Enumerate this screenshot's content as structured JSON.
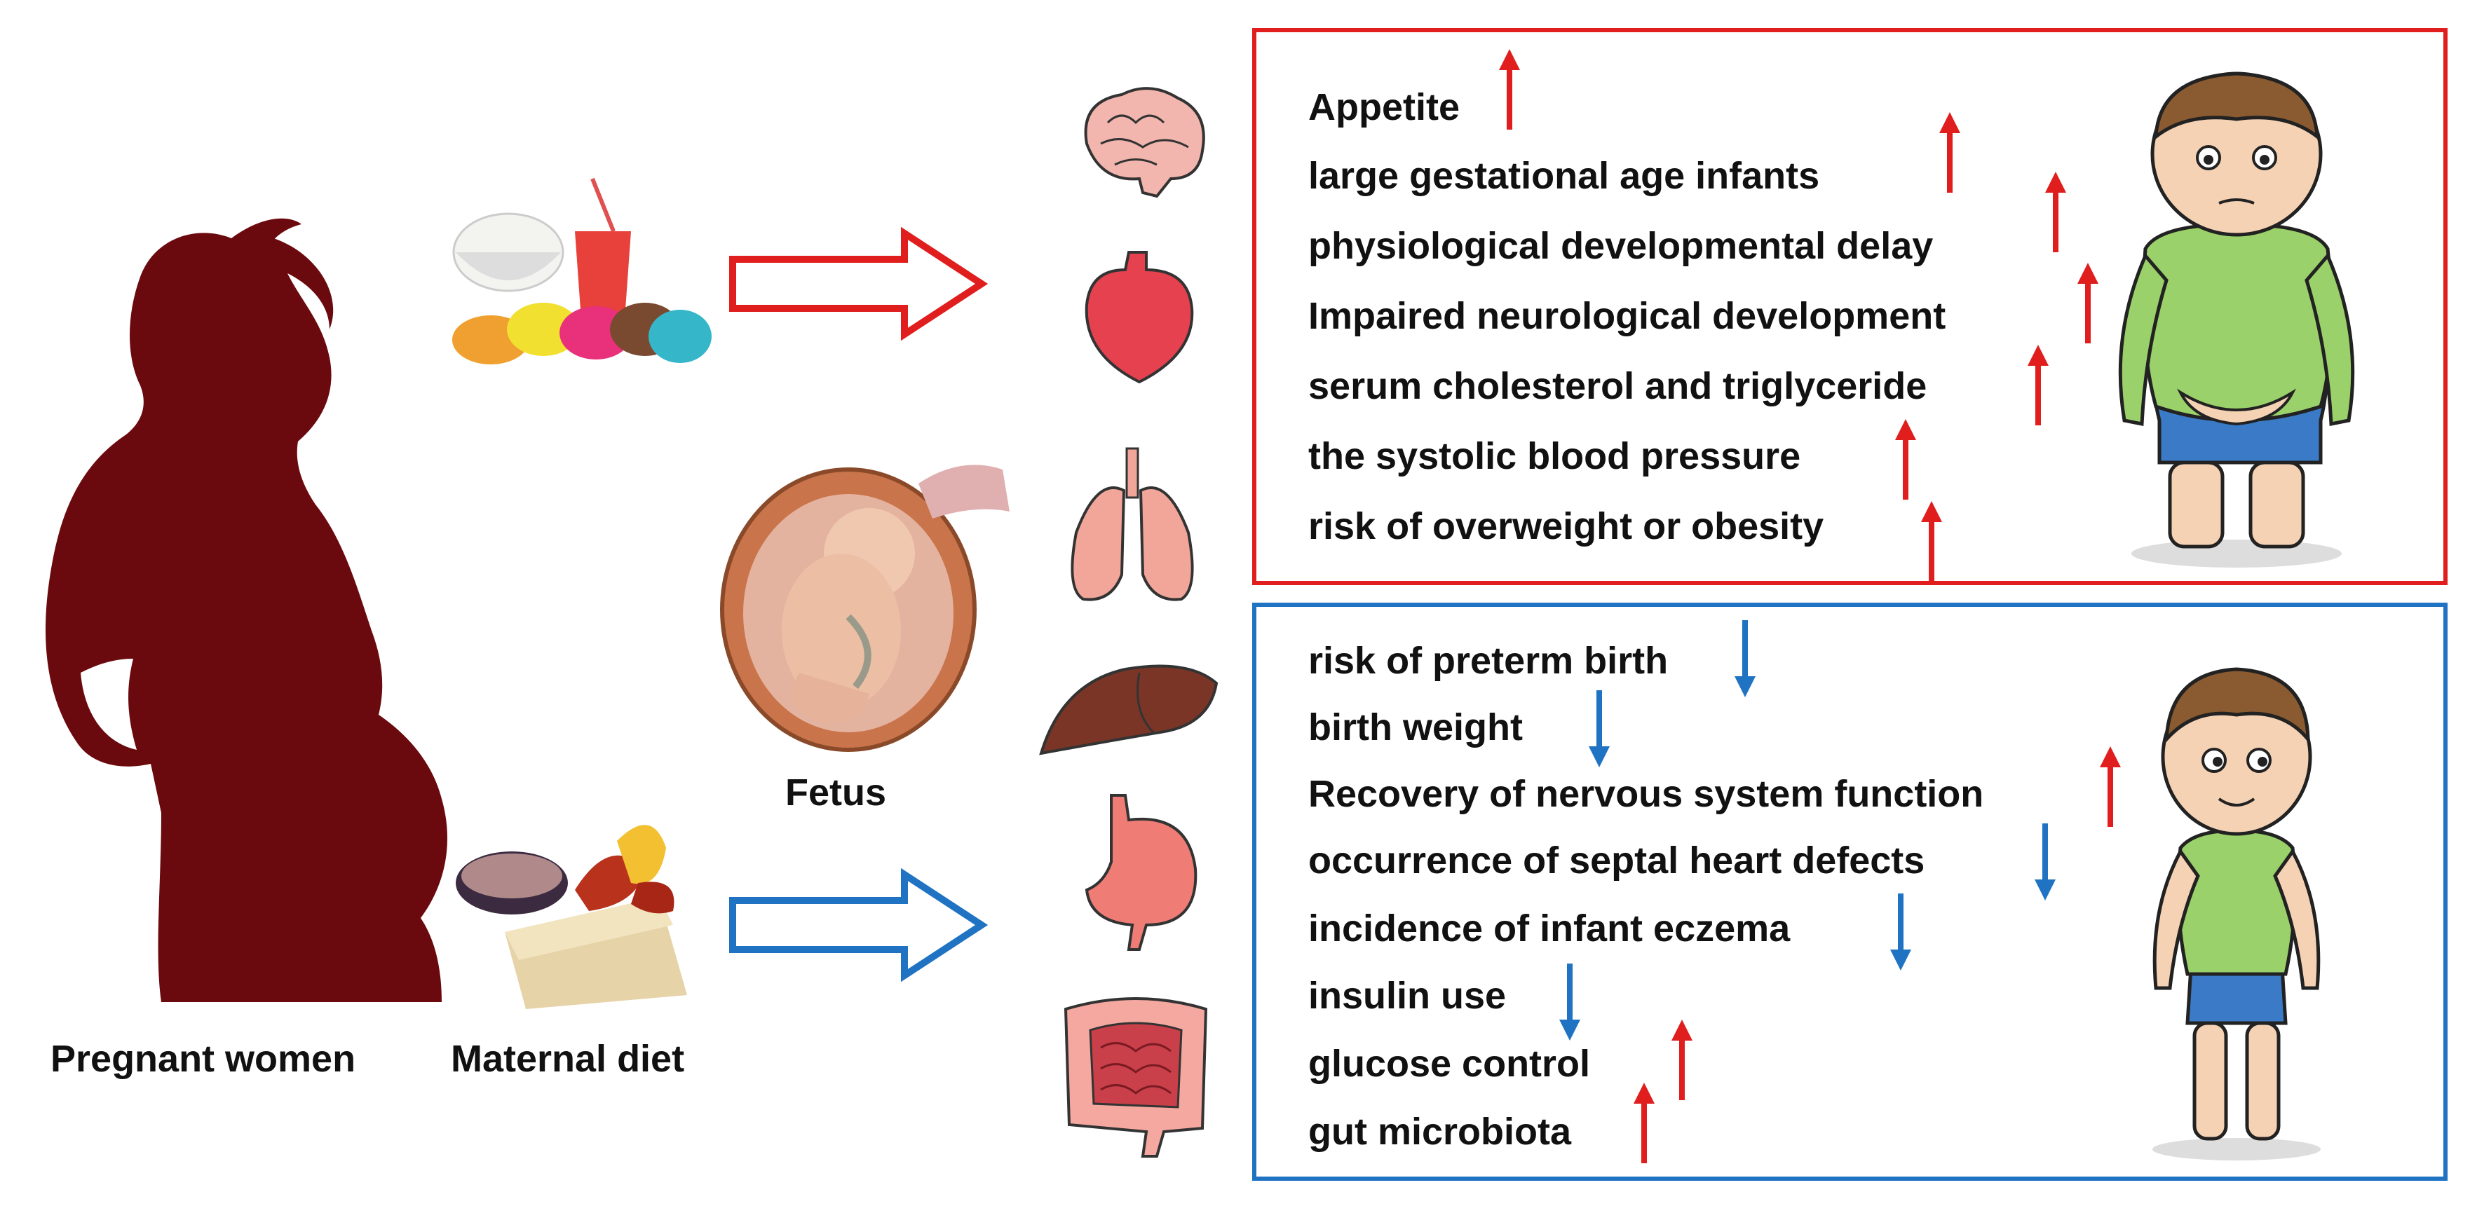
{
  "colors": {
    "silhouette": "#6b0a0e",
    "red": "#e01e1e",
    "blue": "#1f73c2",
    "text": "#111111"
  },
  "labels": {
    "pregnant_women": "Pregnant women",
    "maternal_diet": "Maternal diet",
    "fetus": "Fetus"
  },
  "unhealthy_box": {
    "effects": [
      {
        "text": "Appetite",
        "direction": "up"
      },
      {
        "text": "large gestational age infants",
        "direction": "up"
      },
      {
        "text": "physiological developmental delay",
        "direction": "up"
      },
      {
        "text": "Impaired neurological development",
        "direction": "up"
      },
      {
        "text": "serum cholesterol and triglyceride",
        "direction": "up"
      },
      {
        "text": "the systolic blood pressure",
        "direction": "up"
      },
      {
        "text": "risk of overweight or obesity",
        "direction": "up"
      }
    ]
  },
  "healthy_box": {
    "effects": [
      {
        "text": "risk of preterm birth",
        "direction": "down"
      },
      {
        "text": "birth weight",
        "direction": "down"
      },
      {
        "text": "Recovery of nervous system function",
        "direction": "up"
      },
      {
        "text": "occurrence of septal heart defects",
        "direction": "down"
      },
      {
        "text": "incidence of infant eczema",
        "direction": "down"
      },
      {
        "text": "insulin use",
        "direction": "down"
      },
      {
        "text": "glucose control",
        "direction": "up"
      },
      {
        "text": "gut microbiota",
        "direction": "up"
      }
    ]
  },
  "icons": {
    "pregnant": "pregnant-woman-silhouette-icon",
    "junk_food": "junk-food-icon",
    "healthy_food": "healthy-food-icon",
    "fetus": "fetus-in-uterus-icon",
    "brain": "brain-icon",
    "heart": "heart-icon",
    "lungs": "lungs-icon",
    "liver": "liver-icon",
    "stomach": "stomach-icon",
    "intestine": "intestine-icon",
    "overweight_child": "overweight-child-icon",
    "healthy_child": "healthy-child-icon"
  }
}
